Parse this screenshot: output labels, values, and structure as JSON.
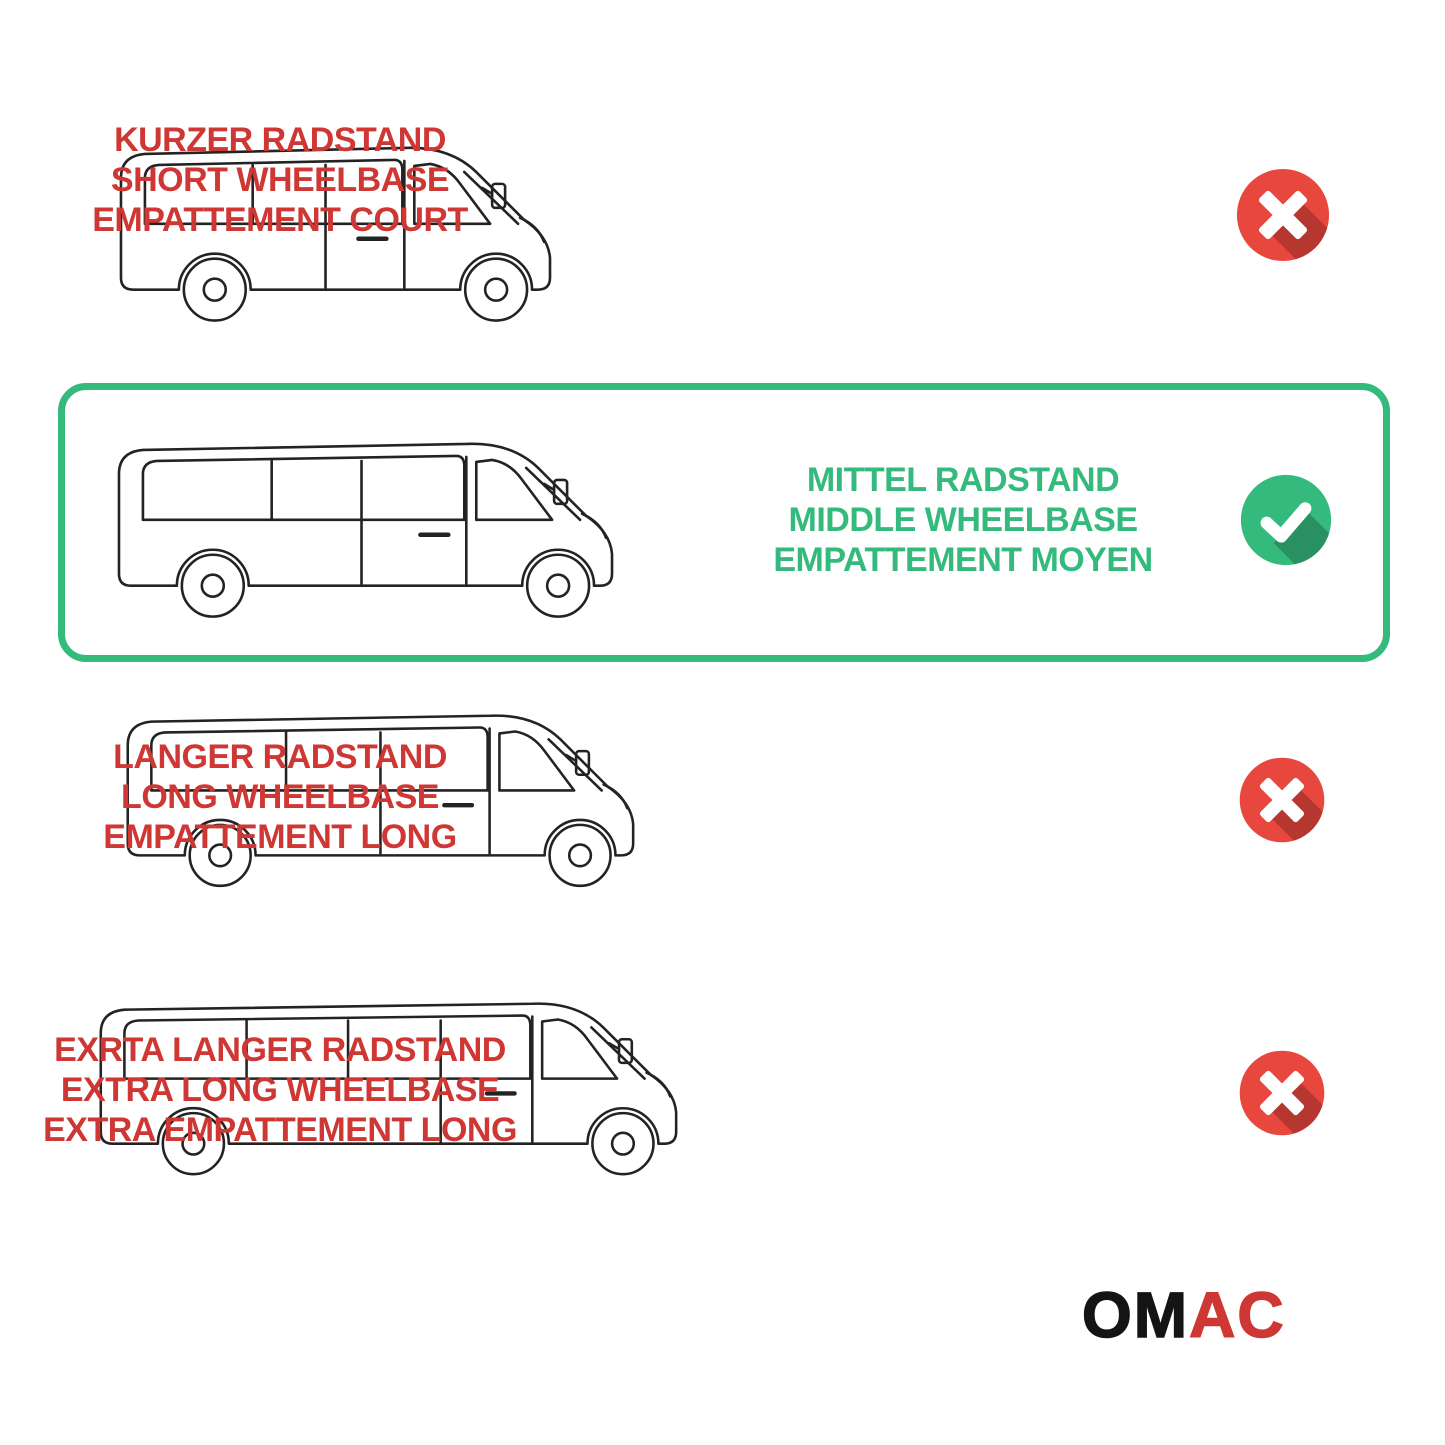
{
  "colors": {
    "red": "#ce3733",
    "green": "#35ba7d",
    "badge_red": "#e8473e",
    "badge_green": "#35ba7d",
    "ink": "#232323"
  },
  "rows": [
    {
      "id": "short-wheelbase",
      "lines": [
        "KURZER RADSTAND",
        "SHORT WHEELBASE",
        "EMPATTEMENT COURT"
      ],
      "status": "rejected",
      "badge": "cross"
    },
    {
      "id": "middle-wheelbase",
      "lines": [
        "MITTEL RADSTAND",
        "MIDDLE WHEELBASE",
        "EMPATTEMENT MOYEN"
      ],
      "status": "selected",
      "badge": "check"
    },
    {
      "id": "long-wheelbase",
      "lines": [
        "LANGER RADSTAND",
        "LONG WHEELBASE",
        "EMPATTEMENT LONG"
      ],
      "status": "rejected",
      "badge": "cross"
    },
    {
      "id": "extra-long-wheelbase",
      "lines": [
        "EXRTA LANGER RADSTAND",
        "EXTRA LONG WHEELBASE",
        "EXTRA EMPATTEMENT LONG"
      ],
      "status": "rejected",
      "badge": "cross"
    }
  ],
  "logo": {
    "black": "OM",
    "red": "AC"
  }
}
